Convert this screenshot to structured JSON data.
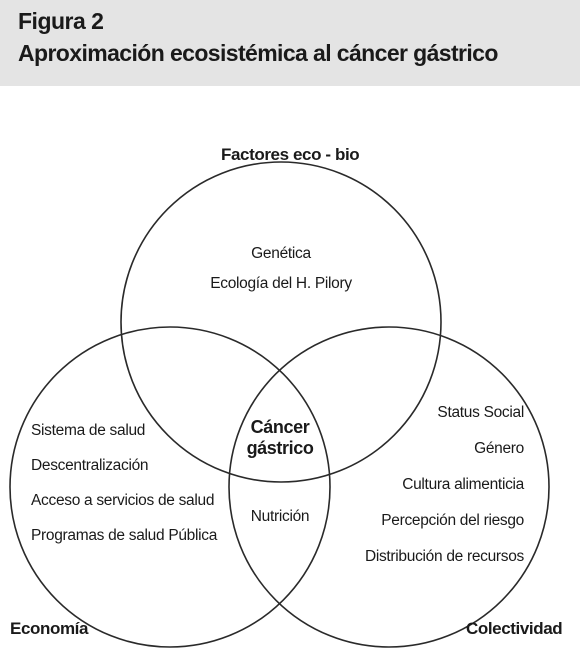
{
  "figure": {
    "label": "Figura 2",
    "title": "Aproximación ecosistémica al cáncer gástrico"
  },
  "sets": {
    "bio": {
      "title": "Factores eco - bio",
      "items": [
        "Genética",
        "Ecología del H. Pilory"
      ]
    },
    "economia": {
      "title": "Economía",
      "items": [
        "Sistema de salud",
        "Descentralización",
        "Acceso a servicios de salud",
        "Programas de salud Pública"
      ]
    },
    "colectividad": {
      "title": "Colectividad",
      "items": [
        "Status Social",
        "Género",
        "Cultura alimenticia",
        "Percepción del riesgo",
        "Distribución de recursos"
      ]
    }
  },
  "intersections": {
    "economia_colectividad": "Nutrición",
    "center": [
      "Cáncer",
      "gástrico"
    ]
  },
  "colors": {
    "header_bg": "#e4e4e4",
    "stroke": "#2a2a2a",
    "text": "#1a1a1a"
  }
}
